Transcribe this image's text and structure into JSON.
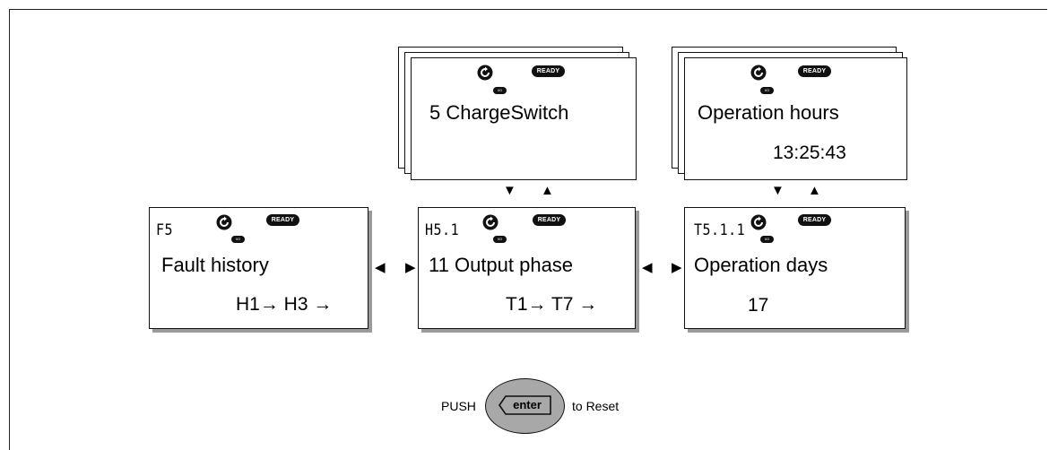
{
  "screens": {
    "charge_switch": {
      "title": "5 ChargeSwitch",
      "ready": "READY",
      "io": "I/O Term"
    },
    "operation_hours": {
      "title": "Operation hours",
      "value": "13:25:43",
      "ready": "READY",
      "io": "I/O Term"
    },
    "fault_history": {
      "code": "F5",
      "title": "Fault history",
      "nav_text": "H1→ H3 →",
      "ready": "READY",
      "io": "I/O Term"
    },
    "output_phase": {
      "code": "H5.1",
      "title": "11 Output phase",
      "nav_text": "T1→ T7 →",
      "ready": "READY",
      "io": "I/O Term"
    },
    "operation_days": {
      "code": "T5.1.1",
      "title": "Operation days",
      "value": "17",
      "ready": "READY",
      "io": "I/O Term"
    }
  },
  "arrows": {
    "down": "▼",
    "up": "▲",
    "left": "◀",
    "right": "▶"
  },
  "footer": {
    "push": "PUSH",
    "key": "enter",
    "after": "to Reset"
  },
  "icons": [
    "keypad-icon",
    "arrow-down-icon",
    "arrow-up-icon",
    "arrow-left-icon",
    "arrow-right-icon"
  ]
}
